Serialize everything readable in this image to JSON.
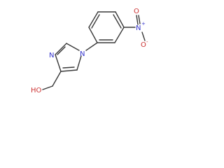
{
  "molecule": {
    "atoms": {
      "imidazole_n": {
        "text": "N",
        "color": "#3333cc"
      },
      "ring_n": {
        "text": "N",
        "color": "#3333cc"
      },
      "nitro_n": {
        "text": "N",
        "color": "#3333cc"
      },
      "nitro_charge_pos": "+",
      "nitro_o_top": {
        "text": "O",
        "color": "#cc3333"
      },
      "nitro_o_side": {
        "text": "O",
        "color": "#cc3333"
      },
      "nitro_charge_neg": "-",
      "hydroxyl": {
        "text": "HO",
        "color": "#cc3333"
      }
    },
    "bond_color": "#3a3a3a"
  }
}
